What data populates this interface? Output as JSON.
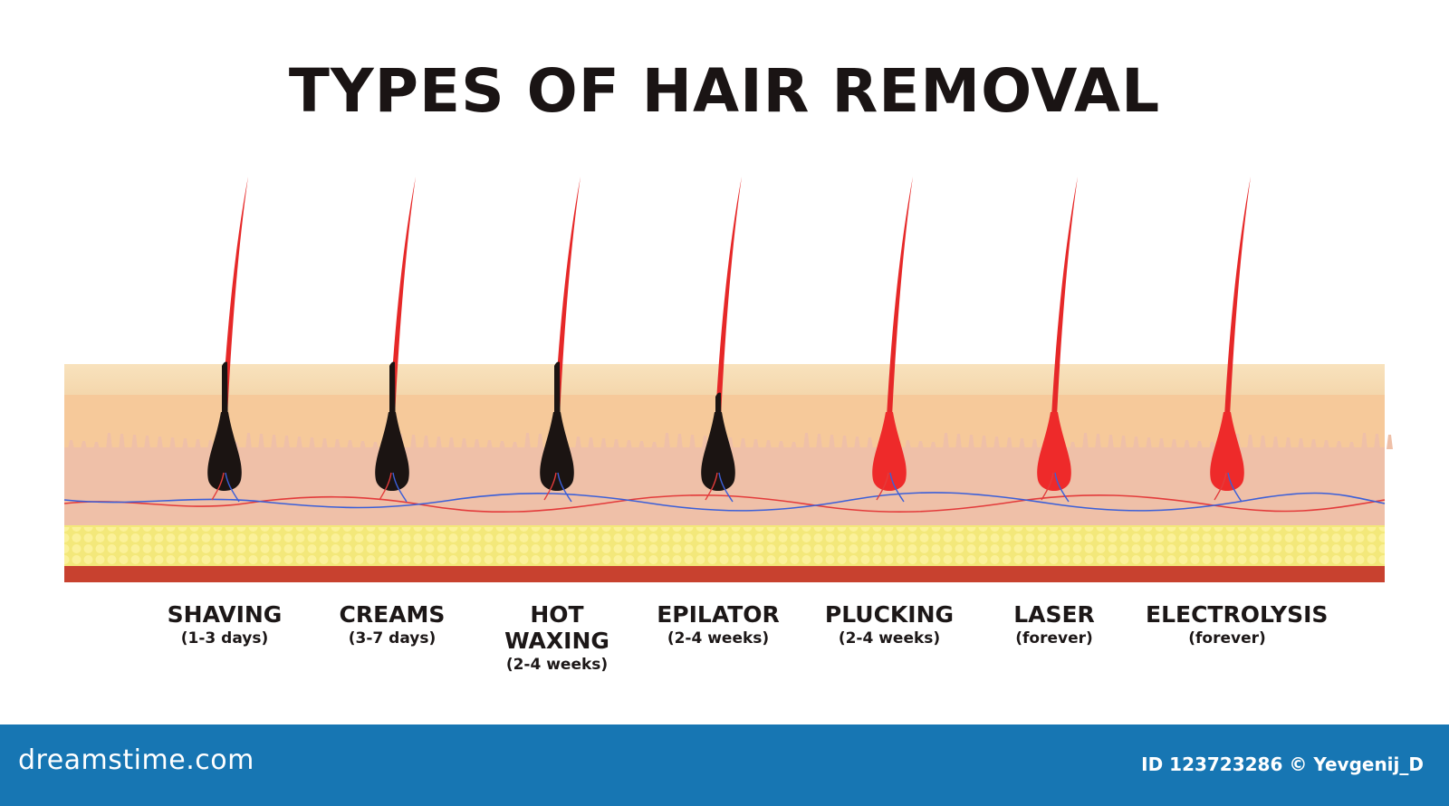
{
  "title": "TYPES OF HAIR REMOVAL",
  "methods": [
    {
      "name": "SHAVING",
      "duration": "(1-3 days)",
      "root": "black"
    },
    {
      "name": "CREAMS",
      "duration": "(3-7 days)",
      "root": "black"
    },
    {
      "name": "HOT\nWAXING",
      "duration": "(2-4 weeks)",
      "root": "black"
    },
    {
      "name": "EPILATOR",
      "duration": "(2-4 weeks)",
      "root": "black"
    },
    {
      "name": "PLUCKING",
      "duration": "(2-4 weeks)",
      "root": "red"
    },
    {
      "name": "LASER",
      "duration": "(forever)",
      "root": "red"
    },
    {
      "name": "ELECTROLYSIS",
      "duration": "(forever)",
      "root": "red"
    }
  ],
  "footer": {
    "brand": "dreamstime.com",
    "credit": "ID 123723286 © Yevgenij_D"
  },
  "colors": {
    "hair_shaft": "#e62828",
    "root_black": "#1b1412",
    "root_red": "#ee2a2a",
    "skin_top": "#f6dcb2",
    "epidermis": "#f6c99a",
    "dermis": "#efc0a8",
    "fat": "#f3e87a",
    "muscle": "#c8412f",
    "footer_bg": "#1776b3"
  }
}
